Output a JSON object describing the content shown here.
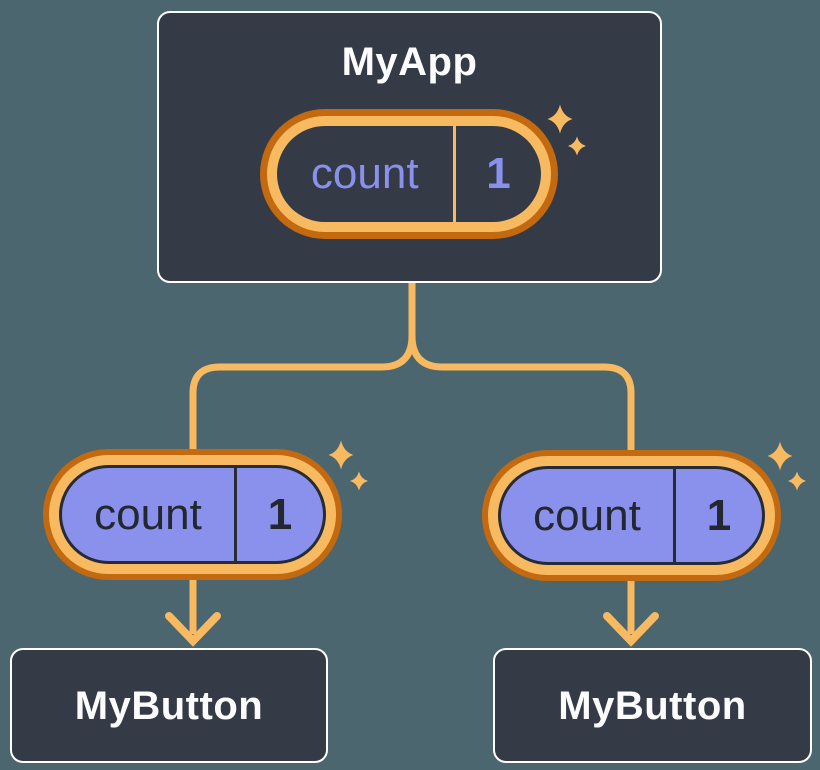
{
  "diagram": {
    "description": "React component tree sharing state",
    "root": {
      "title": "MyApp",
      "state": {
        "name": "count",
        "value": "1"
      }
    },
    "children": [
      {
        "title": "MyButton",
        "prop": {
          "name": "count",
          "value": "1"
        }
      },
      {
        "title": "MyButton",
        "prop": {
          "name": "count",
          "value": "1"
        }
      }
    ],
    "colors": {
      "background": "#4C6670",
      "box_bg": "#343A46",
      "box_border": "#FFFFFF",
      "orange_dark": "#C3690F",
      "orange_light": "#F8BA60",
      "purple": "#8A91EC",
      "outline_dark": "#262B35",
      "text_dark": "#23272F",
      "text_light": "#FCFCFD"
    }
  }
}
